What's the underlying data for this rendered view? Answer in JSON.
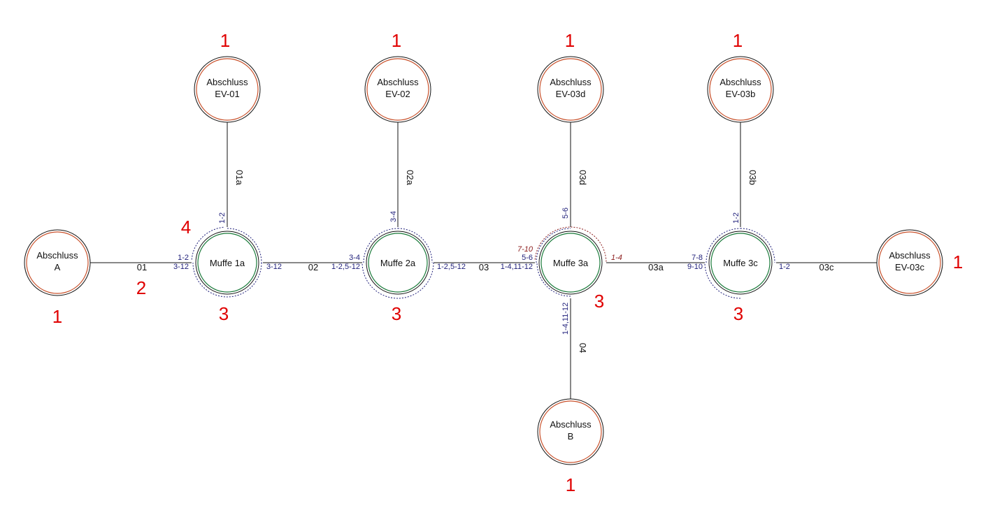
{
  "colors": {
    "line": "#111111",
    "termination_outer": "#111111",
    "termination_inner": "#c8502a",
    "splice_inner": "#1a7a3a",
    "fiber_blue": "#1f1f7a",
    "fiber_red": "#8b1a1a",
    "count_red": "#e00000"
  },
  "nodes": [
    {
      "id": "A",
      "kind": "termination",
      "line1": "Abschluss",
      "line2": "A",
      "count": "1"
    },
    {
      "id": "EV01",
      "kind": "termination",
      "line1": "Abschluss",
      "line2": "EV-01",
      "count": "1"
    },
    {
      "id": "EV02",
      "kind": "termination",
      "line1": "Abschluss",
      "line2": "EV-02",
      "count": "1"
    },
    {
      "id": "EV03d",
      "kind": "termination",
      "line1": "Abschluss",
      "line2": "EV-03d",
      "count": "1"
    },
    {
      "id": "EV03b",
      "kind": "termination",
      "line1": "Abschluss",
      "line2": "EV-03b",
      "count": "1"
    },
    {
      "id": "EV03c",
      "kind": "termination",
      "line1": "Abschluss",
      "line2": "EV-03c",
      "count": "1"
    },
    {
      "id": "B",
      "kind": "termination",
      "line1": "Abschluss",
      "line2": "B",
      "count": "1"
    },
    {
      "id": "M1a",
      "kind": "splice",
      "line1": "Muffe 1a",
      "count": "3",
      "count_extra": "4"
    },
    {
      "id": "M2a",
      "kind": "splice",
      "line1": "Muffe 2a",
      "count": "3"
    },
    {
      "id": "M3a",
      "kind": "splice",
      "line1": "Muffe 3a",
      "count": "3"
    },
    {
      "id": "M3c",
      "kind": "splice",
      "line1": "Muffe 3c",
      "count": "3"
    }
  ],
  "cables": [
    {
      "id": "01",
      "label": "01",
      "count": "2"
    },
    {
      "id": "01a",
      "label": "01a"
    },
    {
      "id": "02",
      "label": "02"
    },
    {
      "id": "02a",
      "label": "02a"
    },
    {
      "id": "03",
      "label": "03"
    },
    {
      "id": "03d",
      "label": "03d"
    },
    {
      "id": "03a",
      "label": "03a"
    },
    {
      "id": "03b",
      "label": "03b"
    },
    {
      "id": "03c",
      "label": "03c"
    },
    {
      "id": "04",
      "label": "04"
    }
  ],
  "fibers": [
    {
      "id": "m1a-01-top",
      "text": "1-2"
    },
    {
      "id": "m1a-01-bot",
      "text": "3-12"
    },
    {
      "id": "m1a-01a",
      "text": "1-2"
    },
    {
      "id": "m1a-02",
      "text": "3-12"
    },
    {
      "id": "m2a-02-top",
      "text": "3-4"
    },
    {
      "id": "m2a-02-bot",
      "text": "1-2,5-12"
    },
    {
      "id": "m2a-02a",
      "text": "3-4"
    },
    {
      "id": "m2a-03",
      "text": "1-2,5-12"
    },
    {
      "id": "m3a-03-red",
      "text": "7-10",
      "color": "red"
    },
    {
      "id": "m3a-03-mid",
      "text": "5-6"
    },
    {
      "id": "m3a-03-bot",
      "text": "1-4,11-12"
    },
    {
      "id": "m3a-03d",
      "text": "5-6"
    },
    {
      "id": "m3a-03a",
      "text": "1-4",
      "color": "red"
    },
    {
      "id": "m3a-04",
      "text": "1-4,11-12"
    },
    {
      "id": "m3c-03a-top",
      "text": "7-8"
    },
    {
      "id": "m3c-03a-bot",
      "text": "9-10"
    },
    {
      "id": "m3c-03b",
      "text": "1-2"
    },
    {
      "id": "m3c-03c",
      "text": "1-2"
    }
  ]
}
